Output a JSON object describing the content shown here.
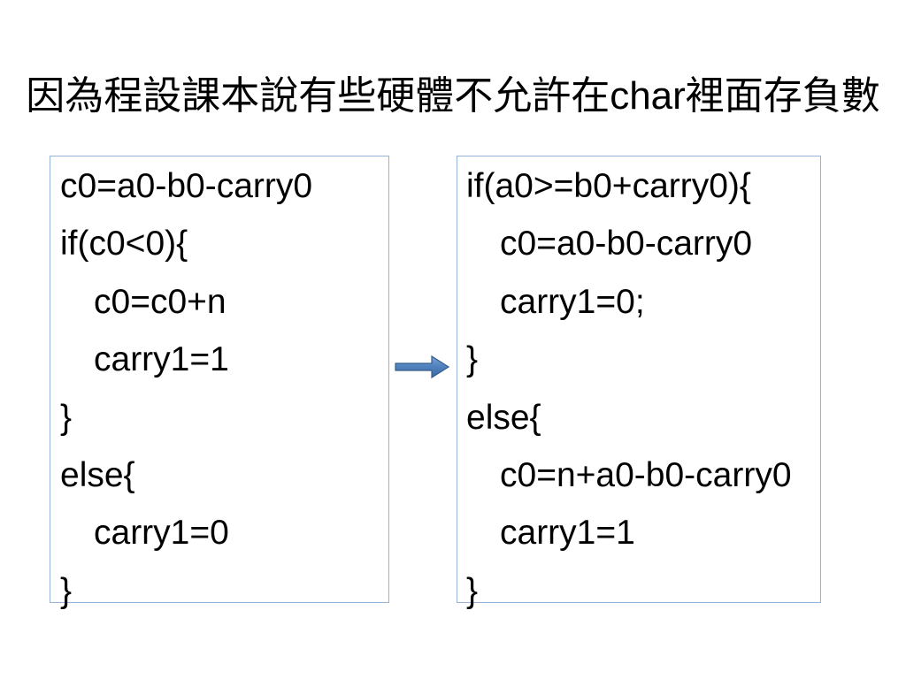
{
  "slide": {
    "title": "因為程設課本說有些硬體不允許在char裡面存負數"
  },
  "left_box": {
    "lines": [
      "c0=a0-b0-carry0",
      "if(c0<0){",
      "c0=c0+n",
      "carry1=1",
      "}",
      "else{",
      "carry1=0",
      "}"
    ]
  },
  "arrow": {
    "icon": "right-arrow-icon"
  },
  "right_box": {
    "lines": [
      "if(a0>=b0+carry0){",
      "c0=a0-b0-carry0",
      "carry1=0;",
      "}",
      "else{",
      "c0=n+a0-b0-carry0",
      "carry1=1",
      "}"
    ]
  },
  "colors": {
    "background": "#ffffff",
    "text": "#000000",
    "box_border": "#95b3d7",
    "arrow_fill": "#4f81bd",
    "arrow_stroke": "#385d8a"
  }
}
